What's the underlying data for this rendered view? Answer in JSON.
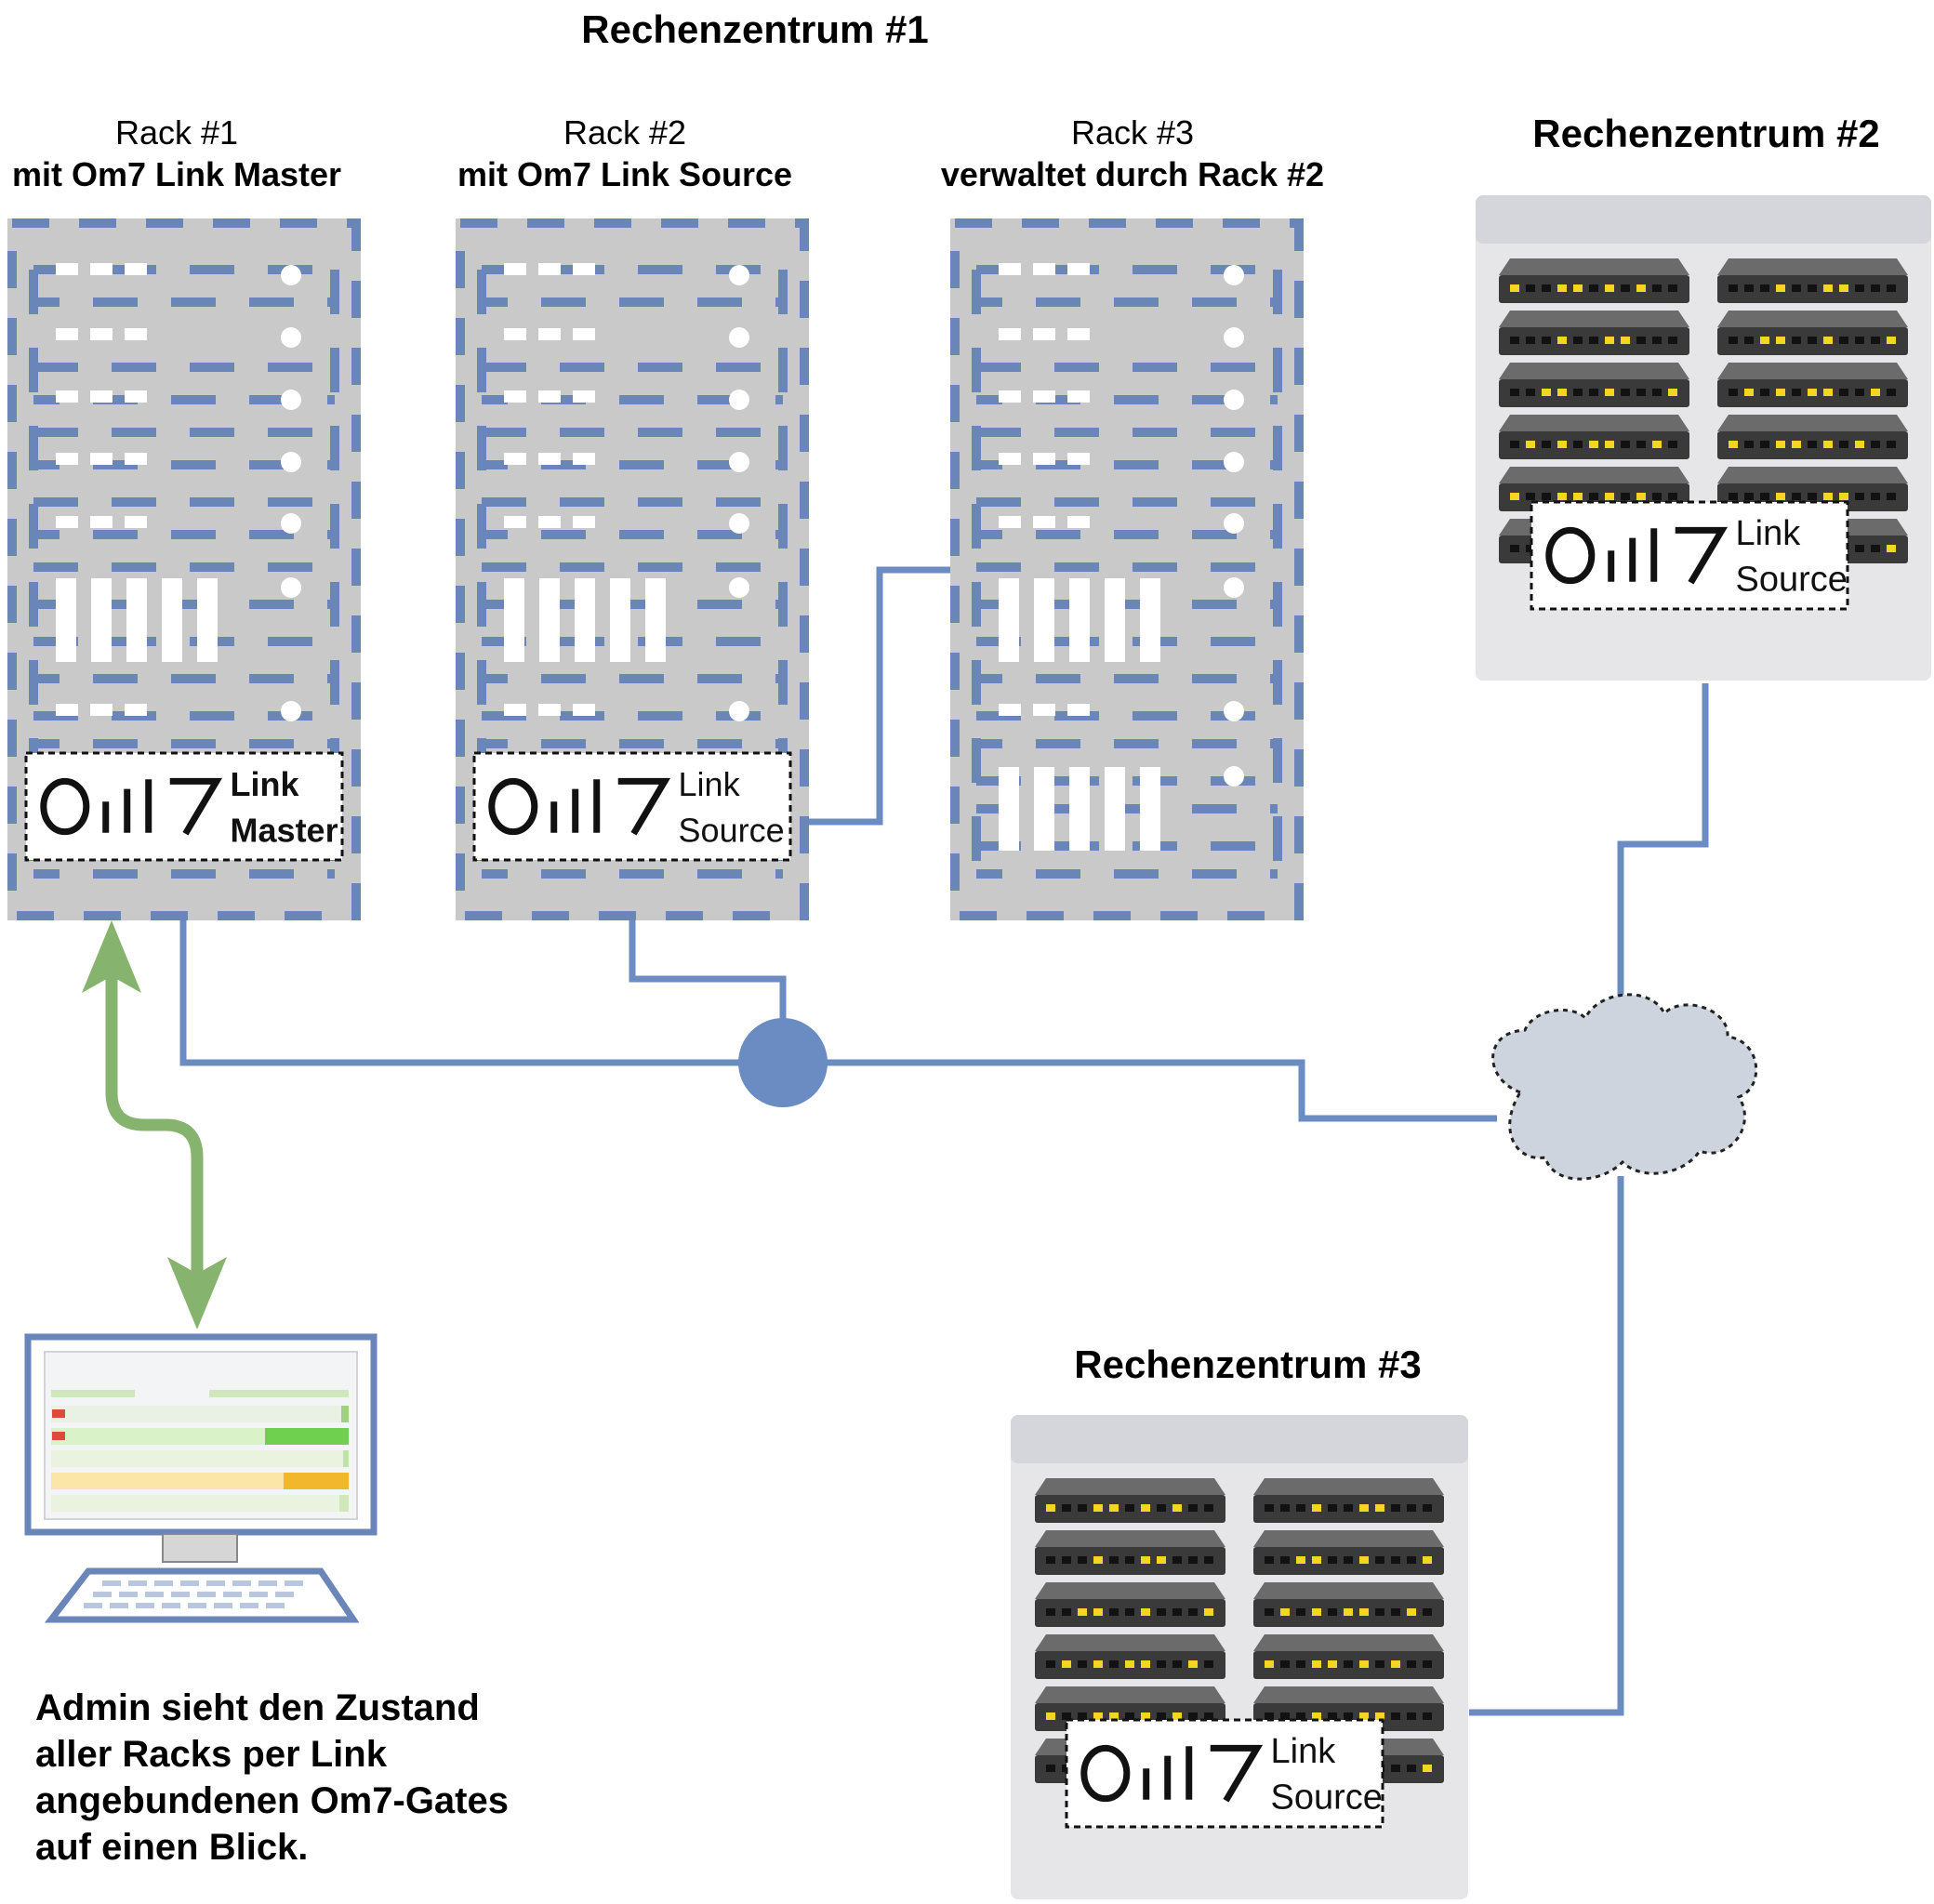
{
  "title": "Rechenzentrum #1",
  "racks": [
    {
      "line1": "Rack #1",
      "line2": "mit Om7 Link Master",
      "badge_word1": "Link",
      "badge_word2": "Master",
      "badge_bold": true
    },
    {
      "line1": "Rack #2",
      "line2": "mit Om7 Link Source",
      "badge_word1": "Link",
      "badge_word2": "Source",
      "badge_bold": false
    },
    {
      "line1": "Rack #3",
      "line2": "verwaltet durch Rack #2"
    }
  ],
  "datacenter2": {
    "title": "Rechenzentrum #2",
    "badge_word1": "Link",
    "badge_word2": "Source"
  },
  "datacenter3": {
    "title": "Rechenzentrum #3",
    "badge_word1": "Link",
    "badge_word2": "Source"
  },
  "admin_caption": [
    "Admin sieht den Zustand",
    "aller Racks per Link",
    "angebundenen Om7-Gates",
    "auf einen Blick."
  ],
  "colors": {
    "rack_body": "#c9c9c9",
    "rack_dash": "#6a86b8",
    "connection": "#6a8cc2",
    "arrow": "#86b46e",
    "cloud": "#ced4dd",
    "server_unit": "#3a3a3a",
    "server_led": "#f5d524",
    "monitor_frame": "#6a86b8"
  },
  "icons": [
    "om7-logo-icon",
    "cloud-icon",
    "computer-icon",
    "server-stack-icon",
    "network-hub-icon",
    "bidirectional-arrow-icon"
  ]
}
